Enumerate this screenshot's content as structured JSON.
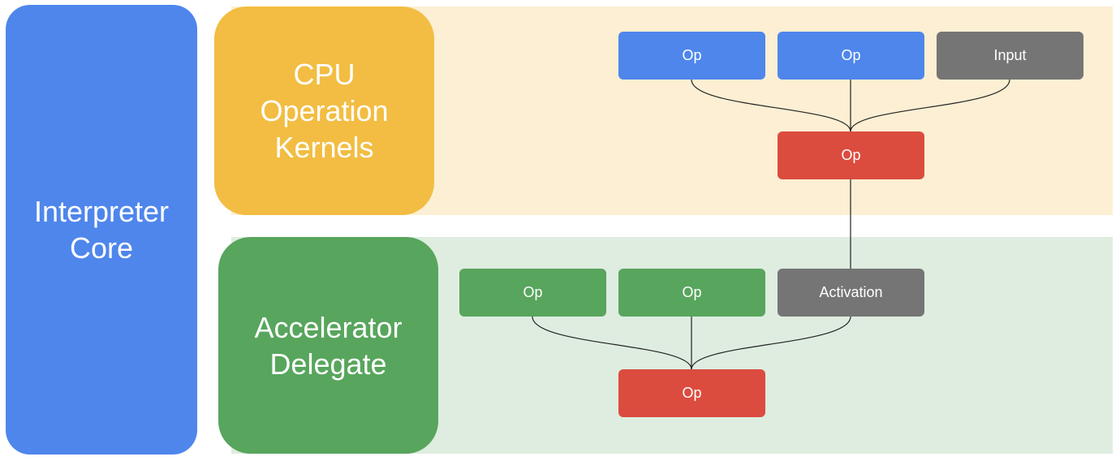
{
  "blocks": {
    "interpreter": "Interpreter\nCore",
    "cpu_kernels": "CPU\nOperation\nKernels",
    "accelerator": "Accelerator\nDelegate"
  },
  "cpu_graph": {
    "top_nodes": [
      {
        "label": "Op",
        "color": "#4f86ec"
      },
      {
        "label": "Op",
        "color": "#4f86ec"
      },
      {
        "label": "Input",
        "color": "#757575"
      }
    ],
    "output_node": {
      "label": "Op",
      "color": "#db4c3f"
    }
  },
  "accel_graph": {
    "top_nodes": [
      {
        "label": "Op",
        "color": "#58a55d"
      },
      {
        "label": "Op",
        "color": "#58a55d"
      },
      {
        "label": "Activation",
        "color": "#757575"
      }
    ],
    "output_node": {
      "label": "Op",
      "color": "#db4c3f"
    }
  },
  "colors": {
    "interpreter": "#4f86ec",
    "cpu_kernels": "#f2bd42",
    "accelerator": "#58a55d",
    "cpu_band": "#fcefd3",
    "accel_band": "#deede0",
    "edge": "#222222"
  }
}
